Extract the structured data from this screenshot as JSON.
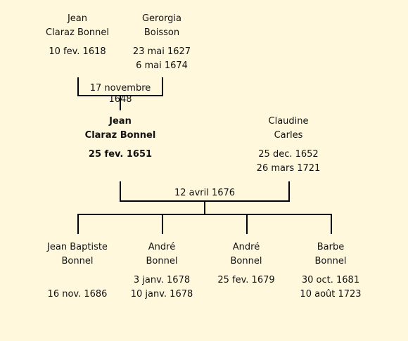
{
  "grandfather": {
    "first": "Jean",
    "last": "Claraz Bonnel",
    "birth": "10 fev. 1618",
    "death": ""
  },
  "grandmother": {
    "first": "Gerorgia",
    "last": "Boisson",
    "birth": "23 mai 1627",
    "death": "6 mai 1674"
  },
  "grandparents_marriage": "17 novembre 1648",
  "father": {
    "first": "Jean",
    "last": "Claraz Bonnel",
    "birth": "25 fev. 1651",
    "death": ""
  },
  "mother": {
    "first": "Claudine",
    "last": "Carles",
    "birth": "25 dec. 1652",
    "death": "26 mars 1721"
  },
  "parents_marriage": "12 avril 1676",
  "children": [
    {
      "first": "Jean Baptiste",
      "last": "Bonnel",
      "birth": "",
      "death": "16 nov. 1686"
    },
    {
      "first": "André",
      "last": "Bonnel",
      "birth": "3 janv. 1678",
      "death": "10 janv. 1678"
    },
    {
      "first": "André",
      "last": "Bonnel",
      "birth": "25 fev. 1679",
      "death": ""
    },
    {
      "first": "Barbe",
      "last": "Bonnel",
      "birth": "30 oct. 1681",
      "death": "10 août 1723"
    }
  ],
  "colors": {
    "background": "#FFF8DC",
    "line": "#000000",
    "text": "#111111"
  }
}
